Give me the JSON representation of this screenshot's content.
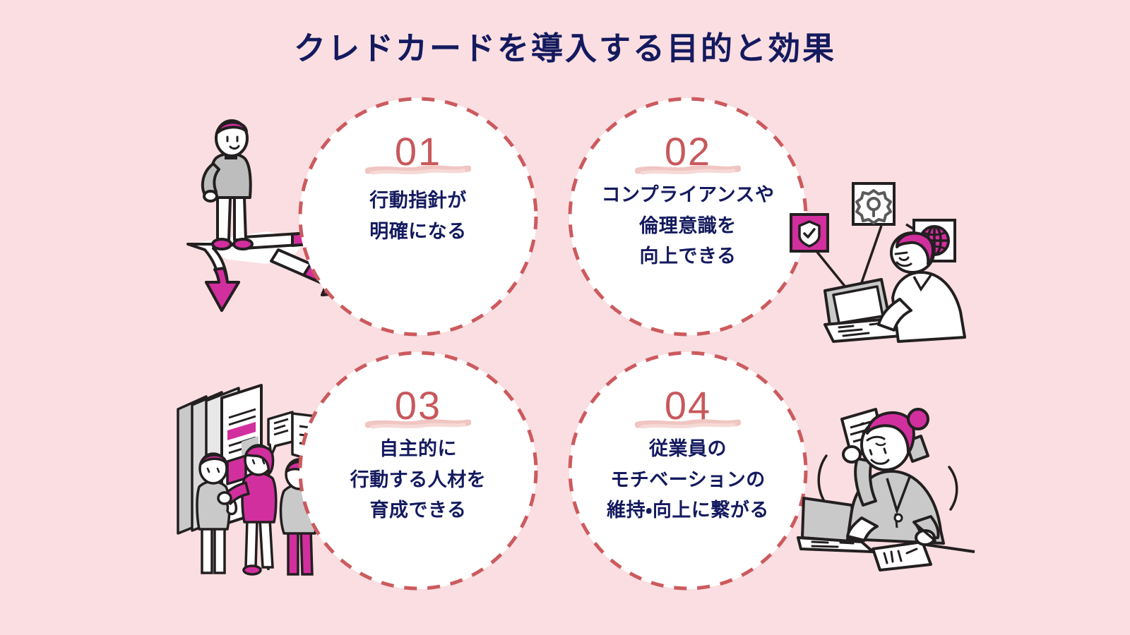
{
  "page": {
    "title": "クレドカードを導入する目的と効果",
    "background_color": "#fadee1"
  },
  "colors": {
    "background": "#fadee1",
    "navy_text": "#141a5e",
    "number_red": "#c8585c",
    "dashed_ring": "#cc5a5e",
    "brush_underline": "#f3c9c6",
    "magenta_accent": "#d22f9e",
    "gray_fill": "#c9c9c9",
    "line_dark": "#231f20",
    "circle_fill": "#ffffff"
  },
  "items": [
    {
      "number": "01",
      "text": "行動指針が\n明確になる",
      "illustration": "person-at-crossroads-arrows-icon",
      "lines": 2
    },
    {
      "number": "02",
      "text": "コンプライアンスや\n倫理意識を\n向上できる",
      "illustration": "person-laptop-security-icons-icon",
      "lines": 3
    },
    {
      "number": "03",
      "text": "自主的に\n行動する人材を\n育成できる",
      "illustration": "team-discussion-documents-icon",
      "lines": 3
    },
    {
      "number": "04",
      "text": "従業員の\nモチベーションの\n維持・向上に繋がる",
      "illustration": "busy-worker-phone-laptop-icon",
      "lines": 3
    }
  ]
}
